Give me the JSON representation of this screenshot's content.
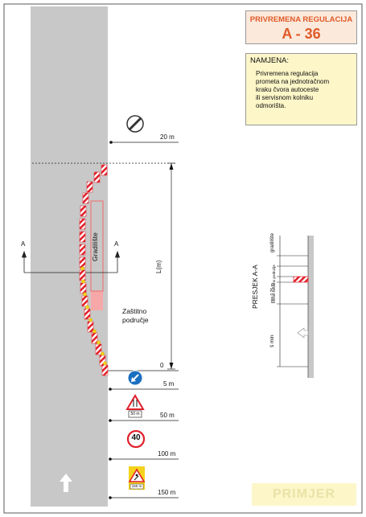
{
  "title": {
    "heading": "PRIVREMENA REGULACIJA",
    "code": "A - 36"
  },
  "purpose": {
    "heading": "NAMJENA:",
    "lines": [
      "Privremena regulacija",
      "prometa na jednotračnom",
      "kraku čvora autoceste",
      "ili servisnom kolniku",
      "odmorišta."
    ]
  },
  "plan": {
    "distances": [
      "20 m",
      "0",
      "5 m",
      "50 m",
      "100 m",
      "150 m"
    ],
    "length_label": "L(m)",
    "worksite_label": "Gradilište",
    "protection_zone": [
      "Zaštitno",
      "područje"
    ],
    "section_marker": "A",
    "speed_limit": "40",
    "panel_50": "50 m",
    "panel_150": "150 m"
  },
  "section": {
    "title": "PRESJEK A-A",
    "worksite": "gradilište",
    "safety_zone": "bočno zaštitno područje",
    "min_label": "min 0.25 m",
    "width_label": "š min"
  },
  "example_label": "PRIMJER",
  "colors": {
    "road": "#c8c8c8",
    "accent": "#e05a28",
    "barrier_red": "#e0202a",
    "protection_zone": "#f6a8a8",
    "sign_blue": "#1a6fc0",
    "sign_yellow": "#f6d21e",
    "title_bg": "#fbe9dc",
    "purpose_bg": "#fdf6c8"
  }
}
